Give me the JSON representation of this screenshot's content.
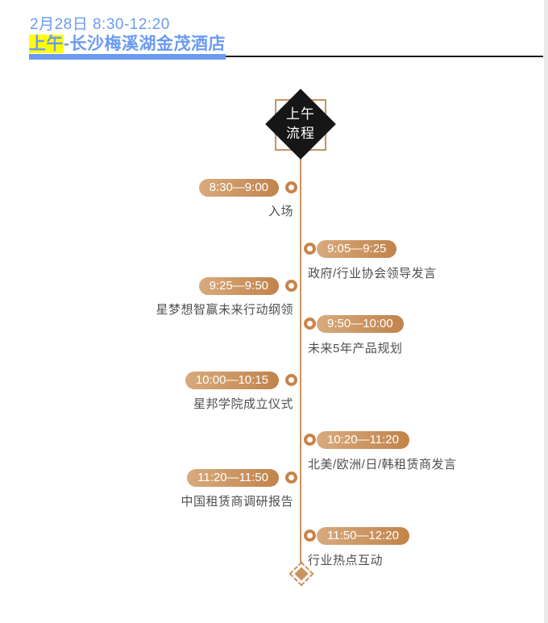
{
  "header": {
    "date": "2月28日 8:30-12:20",
    "title_highlight": "上午",
    "title_rest": "-长沙梅溪湖金茂酒店",
    "text_color": "#6B9BF0",
    "highlight_color": "#FFFF00"
  },
  "timeline": {
    "accent_color": "#C9935F",
    "donut_color": "#C8834A",
    "label_color": "#4F4F4F",
    "badge_gradient": [
      "#D8AA7D",
      "#C1834B"
    ],
    "start_node": {
      "line1": "上午",
      "line2": "流程"
    },
    "items": [
      {
        "time": "8:30—9:00",
        "label": "入场",
        "side": "left"
      },
      {
        "time": "9:05—9:25",
        "label": "政府/行业协会领导发言",
        "side": "right"
      },
      {
        "time": "9:25—9:50",
        "label": "星梦想智赢未来行动纲领",
        "side": "left"
      },
      {
        "time": "9:50—10:00",
        "label": "未来5年产品规划",
        "side": "right"
      },
      {
        "time": "10:00—10:15",
        "label": "星邦学院成立仪式",
        "side": "left"
      },
      {
        "time": "10:20—11:20",
        "label": "北美/欧洲/日/韩租赁商发言",
        "side": "right"
      },
      {
        "time": "11:20—11:50",
        "label": "中国租赁商调研报告",
        "side": "left"
      },
      {
        "time": "11:50—12:20",
        "label": "行业热点互动",
        "side": "right"
      }
    ]
  }
}
